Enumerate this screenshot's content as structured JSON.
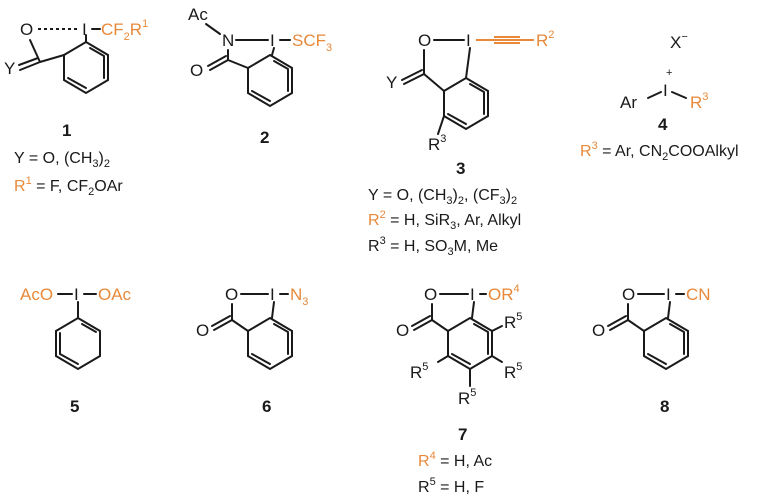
{
  "compounds": [
    {
      "number": "1",
      "atoms": {
        "o": "O",
        "i": "I",
        "sub": "CF",
        "sub2": "2",
        "sub3": "R",
        "sub4": "1",
        "y": "Y"
      },
      "captions": [
        {
          "parts": [
            "Y = O, (CH",
            "3",
            ")",
            "2",
            ""
          ]
        },
        {
          "orange": "R",
          "sup": "1",
          "rest": " = F, CF",
          "sub": "2",
          "rest2": "OAr"
        }
      ]
    },
    {
      "number": "2",
      "atoms": {
        "ac": "Ac",
        "n": "N",
        "i": "I",
        "sub": "SCF",
        "sub2": "3",
        "o": "O"
      }
    },
    {
      "number": "3",
      "atoms": {
        "o": "O",
        "i": "I",
        "r": "R",
        "rsup": "2",
        "y": "Y",
        "r3": "R",
        "r3sup": "3"
      },
      "captions": [
        {
          "text": "Y = O, (CH3)2, (CF3)2"
        },
        {
          "orange": "R",
          "sup": "2",
          "rest": " = H, SiR3, Ar, Alkyl"
        },
        {
          "text": "R3 = H, SO3M, Me"
        }
      ]
    },
    {
      "number": "4",
      "atoms": {
        "x": "X",
        "xsup": "−",
        "ar": "Ar",
        "i": "I",
        "plus": "+",
        "r": "R",
        "rsup": "3"
      },
      "captions": [
        {
          "orange": "R",
          "sup": "3",
          "rest": " = Ar, CN2COOAlkyl"
        }
      ]
    },
    {
      "number": "5",
      "atoms": {
        "aco1": "AcO",
        "i": "I",
        "aco2": "OAc"
      }
    },
    {
      "number": "6",
      "atoms": {
        "o": "O",
        "i": "I",
        "n": "N",
        "nsub": "3",
        "o2": "O"
      }
    },
    {
      "number": "7",
      "atoms": {
        "o": "O",
        "i": "I",
        "or": "OR",
        "orsup": "4",
        "o2": "O",
        "r5": "R",
        "r5sup": "5"
      },
      "captions": [
        {
          "orange": "R",
          "sup": "4",
          "rest": " = H, Ac"
        },
        {
          "text": "R5 = H, F"
        }
      ]
    },
    {
      "number": "8",
      "atoms": {
        "o": "O",
        "i": "I",
        "cn": "CN",
        "o2": "O"
      }
    }
  ]
}
